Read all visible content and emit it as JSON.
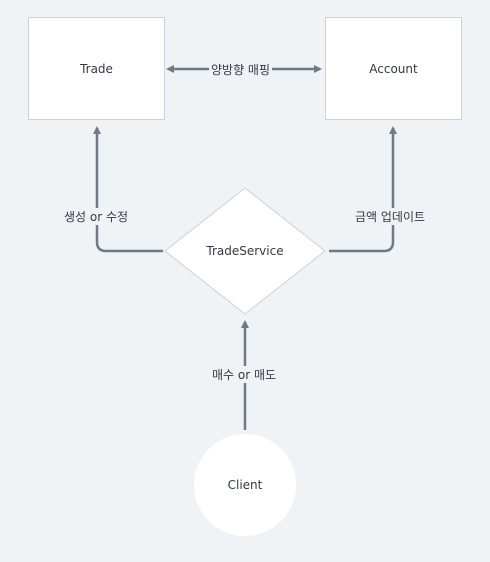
{
  "nodes": {
    "trade": "Trade",
    "account": "Account",
    "service": "TradeService",
    "client": "Client"
  },
  "edges": {
    "bidirectional_mapping": "양방향 매핑",
    "create_or_update": "생성 or 수정",
    "amount_update": "금액 업데이트",
    "buy_or_sell": "매수 or 매도"
  },
  "colors": {
    "background": "#f0f3f6",
    "node_fill": "#ffffff",
    "node_border": "#c9d1da",
    "edge": "#6f7a87",
    "text": "#333a43"
  }
}
